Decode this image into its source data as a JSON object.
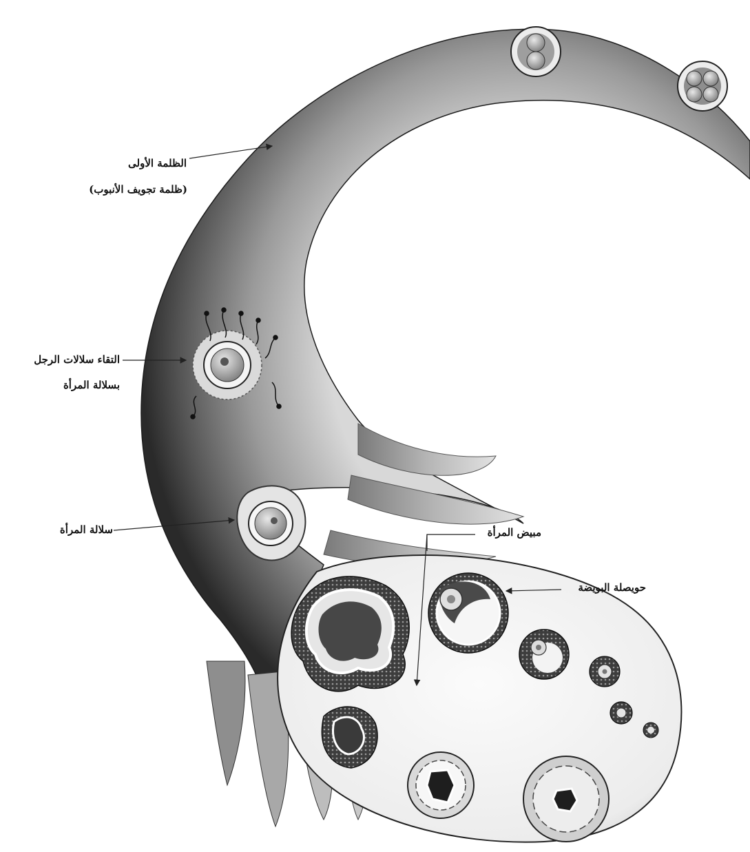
{
  "figure": {
    "labels": {
      "first_darkness": "الظلمة الأولى",
      "first_darkness_sub": "(ظلمة تجويف الأنبوب)",
      "fertilization": "التقاء سلالات الرجل",
      "fertilization_sub": "بسلالة المرأة",
      "woman_lineage": "سلالة المرأة",
      "woman_ovary": "مبيض المرأة",
      "egg_follicle": "حويصلة البويضة"
    }
  }
}
